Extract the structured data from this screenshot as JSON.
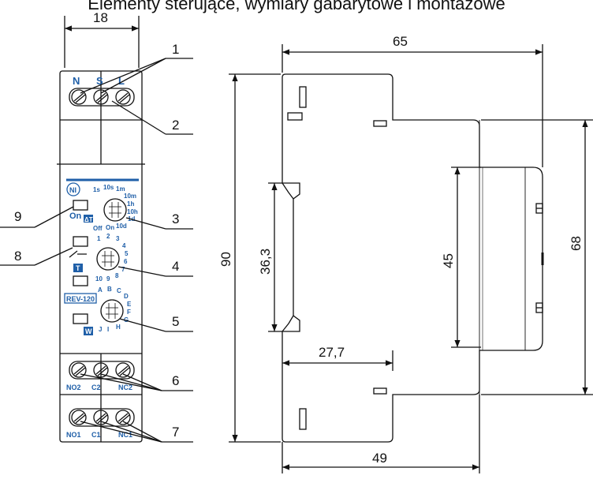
{
  "title": "Elementy sterujące, wymiary gabarytowe i montażowe",
  "dimensions": {
    "width_front": "18",
    "width_top": "65",
    "width_bottom": "49",
    "height_total": "90",
    "height_rail": "36,3",
    "height_inner": "45",
    "height_right": "68",
    "depth_rail": "27,7"
  },
  "callouts": [
    "1",
    "2",
    "3",
    "4",
    "5",
    "6",
    "7",
    "8",
    "9"
  ],
  "terminals": {
    "top": [
      "N",
      "S",
      "L"
    ],
    "middle": [
      "NO2",
      "C2",
      "NC2"
    ],
    "bottom": [
      "NO1",
      "C1",
      "NC1"
    ]
  },
  "device": {
    "model": "REV-120",
    "time_scale": [
      "1s",
      "10s",
      "1m",
      "10m",
      "1h",
      "10h",
      "1d",
      "10d",
      "On",
      "Off"
    ],
    "delta_t_label": "ΔT",
    "on_label": "On",
    "t_scale": [
      "1",
      "2",
      "3",
      "4",
      "5",
      "6",
      "7",
      "8",
      "9",
      "10"
    ],
    "t_label": "T",
    "w_scale": [
      "A",
      "B",
      "C",
      "D",
      "E",
      "F",
      "G",
      "H",
      "I",
      "J"
    ],
    "w_label": "W"
  },
  "colors": {
    "accent": "#1f5fa8",
    "line": "#111111"
  }
}
